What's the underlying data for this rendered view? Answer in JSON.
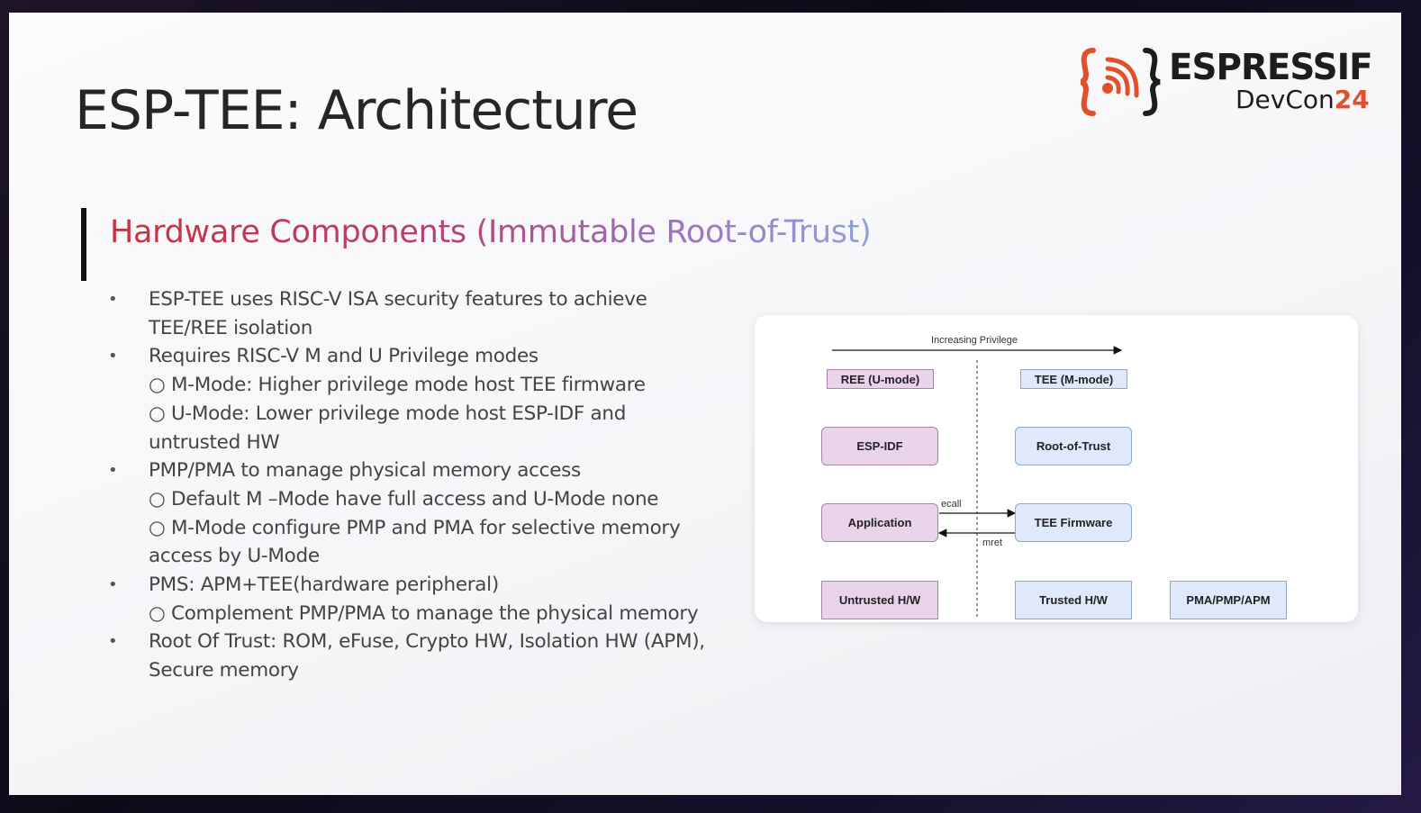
{
  "slide": {
    "title": "ESP-TEE: Architecture",
    "subtitle": "Hardware Components (Immutable Root-of-Trust)"
  },
  "logo": {
    "wordmark": "ESPRESSIF",
    "event_prefix": "DevCon",
    "event_number": "24",
    "colors": {
      "accent": "#e0502a",
      "text": "#1d1d1d"
    }
  },
  "bullets": [
    {
      "level": 1,
      "lines": [
        "ESP-TEE uses RISC-V ISA security features to achieve",
        "TEE/REE isolation"
      ]
    },
    {
      "level": 1,
      "lines": [
        "Requires RISC-V M and U Privilege modes"
      ]
    },
    {
      "level": 2,
      "lines": [
        "○ M-Mode: Higher privilege mode host TEE firmware"
      ]
    },
    {
      "level": 2,
      "lines": [
        "○ U-Mode: Lower privilege mode host ESP-IDF and",
        "untrusted HW"
      ]
    },
    {
      "level": 1,
      "lines": [
        "PMP/PMA to manage physical memory access"
      ]
    },
    {
      "level": 2,
      "lines": [
        "○ Default M –Mode have full access and U-Mode none"
      ]
    },
    {
      "level": 2,
      "lines": [
        "○ M-Mode configure PMP and PMA for selective memory",
        "access by U-Mode"
      ]
    },
    {
      "level": 1,
      "lines": [
        "PMS: APM+TEE(hardware peripheral)"
      ]
    },
    {
      "level": 2,
      "lines": [
        "○ Complement PMP/PMA to manage the physical memory"
      ]
    },
    {
      "level": 1,
      "lines": [
        "Root Of Trust: ROM, eFuse, Crypto HW, Isolation HW (APM),",
        "Secure memory"
      ]
    }
  ],
  "diagram": {
    "privilege_label": "Increasing Privilege",
    "ree_header": "REE (U-mode)",
    "tee_header": "TEE (M-mode)",
    "ree_boxes": [
      "ESP-IDF",
      "Application",
      "Untrusted H/W"
    ],
    "tee_boxes": [
      "Root-of-Trust",
      "TEE Firmware",
      "Trusted H/W"
    ],
    "extra_box": "PMA/PMP/APM",
    "ecall_label": "ecall",
    "mret_label": "mret",
    "colors": {
      "ree_fill": "#e8d3ea",
      "tee_fill": "#dfe9fb"
    }
  }
}
